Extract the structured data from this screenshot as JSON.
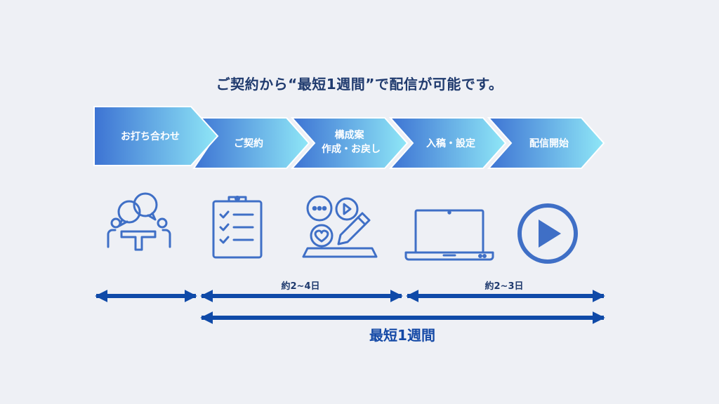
{
  "headline": "ご契約から“最短1週間”で配信が可能です。",
  "steps": [
    {
      "lines": [
        "お打ち合わせ"
      ],
      "icon": "meeting-icon"
    },
    {
      "lines": [
        "ご契約"
      ],
      "icon": "clipboard-checklist-icon"
    },
    {
      "lines": [
        "構成案",
        "作成・お戻し"
      ],
      "icon": "content-creation-icon"
    },
    {
      "lines": [
        "入稿・設定"
      ],
      "icon": "laptop-icon"
    },
    {
      "lines": [
        "配信開始"
      ],
      "icon": "play-button-icon"
    }
  ],
  "durations": {
    "contract_to_draft": "約2~4日",
    "submission_to_delivery": "約2~3日"
  },
  "total": "最短1週間",
  "colors": {
    "arrow_start": "#3d73d3",
    "arrow_end": "#8fe7f7",
    "icon_stroke": "#3f6fc6",
    "timeline": "#0f4aa8",
    "headline": "#1f3a6e",
    "background": "#eef0f5"
  }
}
